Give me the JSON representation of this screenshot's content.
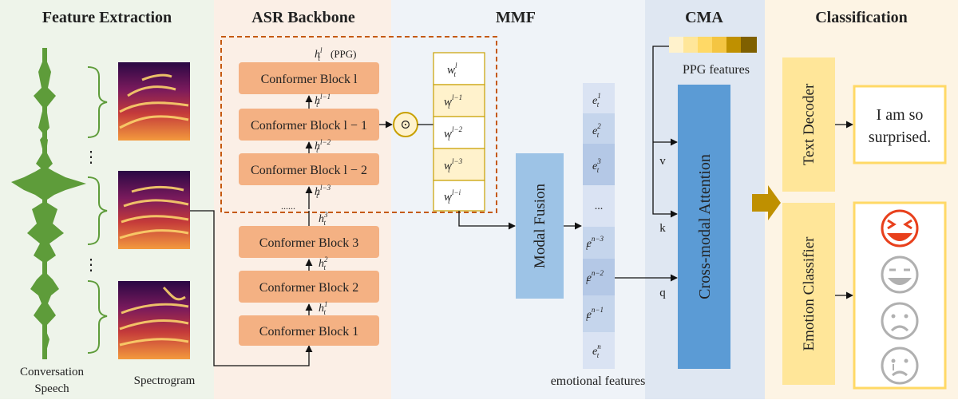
{
  "sections": {
    "feature_extraction": "Feature Extraction",
    "asr_backbone": "ASR Backbone",
    "mmf": "MMF",
    "cma": "CMA",
    "classification": "Classification"
  },
  "feature_extraction": {
    "speech_label_1": "Conversation",
    "speech_label_2": "Speech",
    "spectrogram_label": "Spectrogram",
    "ellipsis": "⋮"
  },
  "asr": {
    "blocks": [
      "Conformer Block l",
      "Conformer Block l − 1",
      "Conformer Block l − 2",
      "Conformer Block 3",
      "Conformer Block 2",
      "Conformer Block 1"
    ],
    "ppg_label": "(PPG)",
    "h_base": "h",
    "h_sub": "t",
    "h_sups": [
      "l",
      "l−1",
      "l−2",
      "l−3",
      "3",
      "2",
      "1"
    ],
    "dots": "......"
  },
  "mmf": {
    "w_base": "w",
    "w_sub": "t",
    "w_sups": [
      "l",
      "l−1",
      "l−2",
      "l−3",
      "l−i"
    ],
    "dot_op": "⊙",
    "modal_fusion": "Modal Fusion",
    "e_base": "e",
    "e_sub": "t",
    "e_sups": [
      "1",
      "2",
      "3",
      "...",
      "n−3",
      "n−2",
      "n−1",
      "n"
    ],
    "emotional_features": "emotional features"
  },
  "cma": {
    "ppg_features": "PPG features",
    "cross_modal_attention": "Cross-modal Attention",
    "v": "v",
    "k": "k",
    "q": "q"
  },
  "classification": {
    "text_decoder": "Text Decoder",
    "emotion_classifier": "Emotion Classifier",
    "output_line_1": "I am so",
    "output_line_2": "surprised."
  },
  "colors": {
    "conformer": "#f4b183",
    "mmf_col": "#fff2cc",
    "emotion_col": "#dae3f3",
    "cross_attention": "#5b9bd5",
    "modal_fusion": "#9dc3e6",
    "decoder": "#ffe699",
    "waveform": "#5e9c3a",
    "dashed": "#c55a11",
    "gold": "#bf9000"
  }
}
